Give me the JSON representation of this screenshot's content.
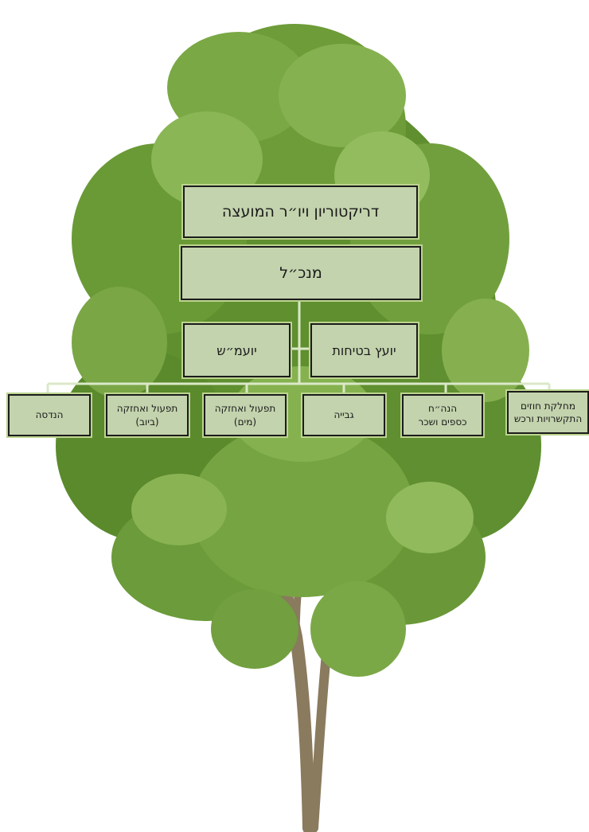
{
  "colors": {
    "box_fill": "#c3d3ad",
    "box_border": "#1c1c1c",
    "connector": "#dbe8c8",
    "foliage": "#5f8f2f",
    "trunk": "#8a7a5e"
  },
  "background_image": "tree",
  "org_chart": {
    "board": "דריקטוריון ויו״ר המועצה",
    "ceo": "מנכ״ל",
    "legal_advisor": "יועמ״ש",
    "safety_advisor": "יועץ בטיחות",
    "departments": [
      "מחלקת חוזים\nהתקשרויות ורכש",
      "הנה״ח\nכספים ושכר",
      "גבייה",
      "תפעול ואחזקה\n(מים)",
      "תפעול ואחזקה\n(ביוב)",
      "הנדסה"
    ]
  }
}
